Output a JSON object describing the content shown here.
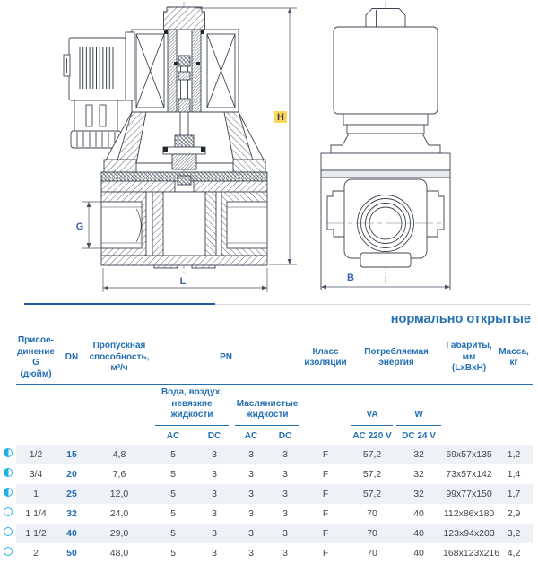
{
  "title": "нормально открытые",
  "diagram": {
    "labels": {
      "h": "H",
      "l": "L",
      "g": "G",
      "b": "B"
    }
  },
  "icons": {
    "half_filled_circle": "◐",
    "open_circle": "○"
  },
  "colors": {
    "accent_blue": "#2470b3",
    "divider_blue": "#1d5ca9",
    "divider_gray": "#d9d9d9",
    "icon_cyan": "#1fb1e6",
    "row_shade": "#eef2f7",
    "text_dark": "#3f4650",
    "drawing_line": "#3c4350",
    "highlight_yellow": "#fcd34a"
  },
  "table": {
    "headers": {
      "connection": "Присое-\nдинение\nG (дюйм)",
      "dn": "DN",
      "flow": "Пропускная\nспособность, м³/ч",
      "pn": "PN",
      "insulation": "Класс\nизоляции",
      "power": "Потребляемая\nэнергия",
      "dimensions": "Габариты, мм\n(LxBxH)",
      "mass": "Масса,\nкг",
      "pn_water": "Вода, воздух,\nневязкие жидкости",
      "pn_oil": "Маслянистые\nжидкости",
      "va": "VA",
      "w": "W",
      "ac1": "AC",
      "dc1": "DC",
      "ac2": "AC",
      "dc2": "DC",
      "ac220": "AC 220 V",
      "dc24": "DC 24 V"
    },
    "rows": [
      {
        "g": "1/2",
        "dn": "15",
        "flow": "4,8",
        "ac_w": "5",
        "dc_w": "3",
        "ac_o": "3",
        "dc_o": "3",
        "cls": "F",
        "va": "57,2",
        "w": "32",
        "dim": "69x57x135",
        "mass": "1,2"
      },
      {
        "g": "3/4",
        "dn": "20",
        "flow": "7,6",
        "ac_w": "5",
        "dc_w": "3",
        "ac_o": "3",
        "dc_o": "3",
        "cls": "F",
        "va": "57,2",
        "w": "32",
        "dim": "73x57x142",
        "mass": "1,4"
      },
      {
        "g": "1",
        "dn": "25",
        "flow": "12,0",
        "ac_w": "5",
        "dc_w": "3",
        "ac_o": "3",
        "dc_o": "3",
        "cls": "F",
        "va": "57,2",
        "w": "32",
        "dim": "99x77x150",
        "mass": "1,7"
      },
      {
        "g": "1 1/4",
        "dn": "32",
        "flow": "24,0",
        "ac_w": "5",
        "dc_w": "3",
        "ac_o": "3",
        "dc_o": "3",
        "cls": "F",
        "va": "70",
        "w": "40",
        "dim": "112x86x180",
        "mass": "2,9"
      },
      {
        "g": "1 1/2",
        "dn": "40",
        "flow": "29,0",
        "ac_w": "5",
        "dc_w": "3",
        "ac_o": "3",
        "dc_o": "3",
        "cls": "F",
        "va": "70",
        "w": "40",
        "dim": "123x94x203",
        "mass": "3,2"
      },
      {
        "g": "2",
        "dn": "50",
        "flow": "48,0",
        "ac_w": "5",
        "dc_w": "3",
        "ac_o": "3",
        "dc_o": "3",
        "cls": "F",
        "va": "70",
        "w": "40",
        "dim": "168x123x216",
        "mass": "4,2"
      }
    ]
  }
}
